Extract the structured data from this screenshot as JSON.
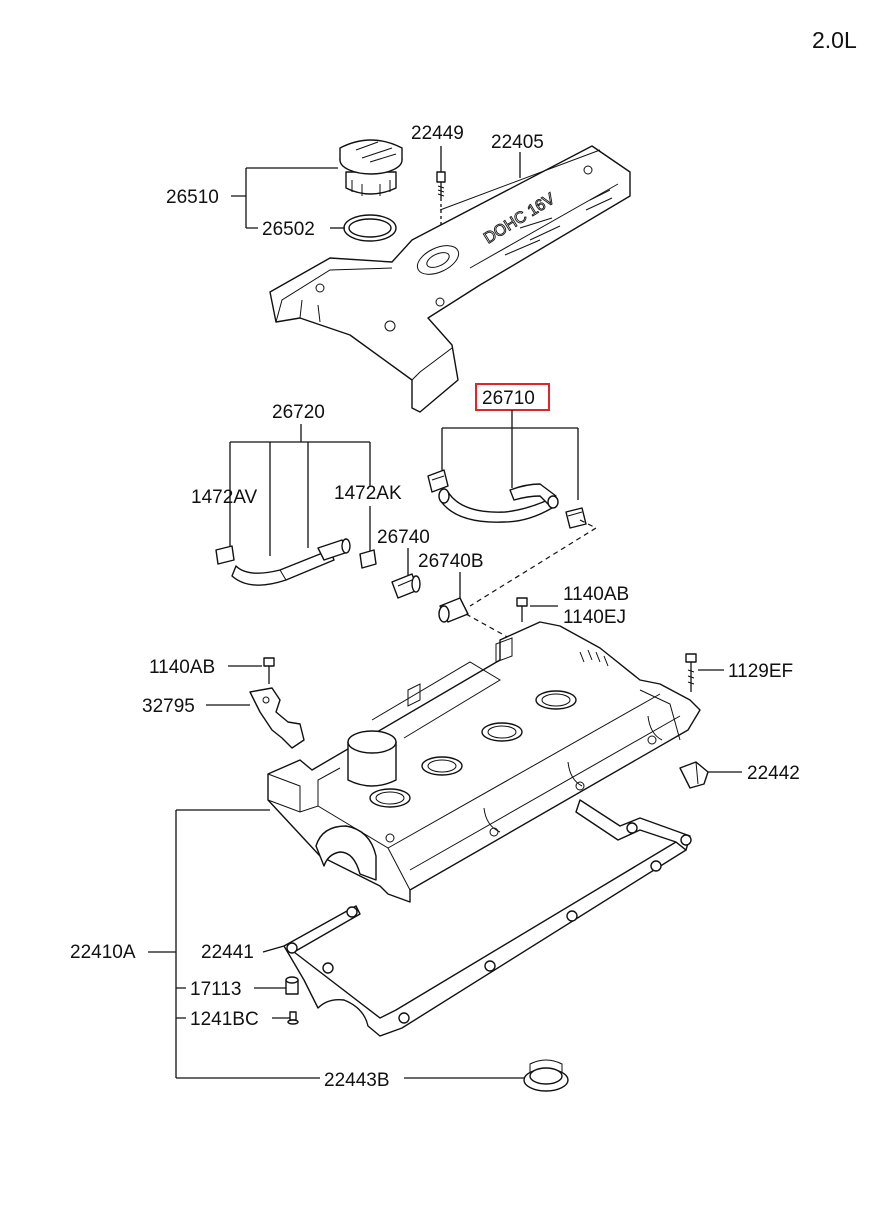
{
  "engine": "2.0L",
  "labels": {
    "p26510": "26510",
    "p26502": "26502",
    "p22449": "22449",
    "p22405": "22405",
    "p26710": "26710",
    "p26720": "26720",
    "p1472AV": "1472AV",
    "p1472AK": "1472AK",
    "p26740": "26740",
    "p26740B": "26740B",
    "p1140AB_a": "1140AB",
    "p1140EJ": "1140EJ",
    "p1140AB_b": "1140AB",
    "p32795": "32795",
    "p1129EF": "1129EF",
    "p22442": "22442",
    "p22410A": "22410A",
    "p22441": "22441",
    "p17113": "17113",
    "p1241BC": "1241BC",
    "p22443B": "22443B"
  },
  "cover_text": "DOHC 16V",
  "highlighted_part": "26710",
  "highlight_color": "#e0242a"
}
